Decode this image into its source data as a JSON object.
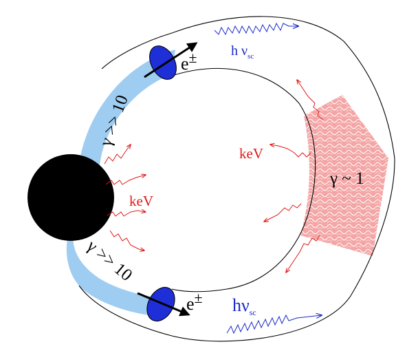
{
  "colors": {
    "flux_tube": "#9fcdf2",
    "blob": "#1f2fd8",
    "star": "#000000",
    "outline": "#000000",
    "arrow_red": "#e01818",
    "arrow_blue": "#1a28c8",
    "hot_region": "#f5a0a0",
    "text_red": "#e01818",
    "text_blue": "#1a28c8"
  },
  "labels": {
    "gamma_upper": "γ >> 10",
    "gamma_lower": "γ >> 10",
    "gamma_hot": "γ ~ 1",
    "electron_upper": "e",
    "electron_upper_sup": "±",
    "electron_lower": "e",
    "electron_lower_sup": "±",
    "kev_inner": "keV",
    "kev_star": "keV",
    "hnu_upper": "h ν",
    "hnu_upper_sub": "sc",
    "hnu_lower": "hν",
    "hnu_lower_sub": "sc"
  },
  "icons": {
    "star": "black-disk",
    "blob": "blue-ellipse",
    "photon": "wavy-arrow"
  }
}
